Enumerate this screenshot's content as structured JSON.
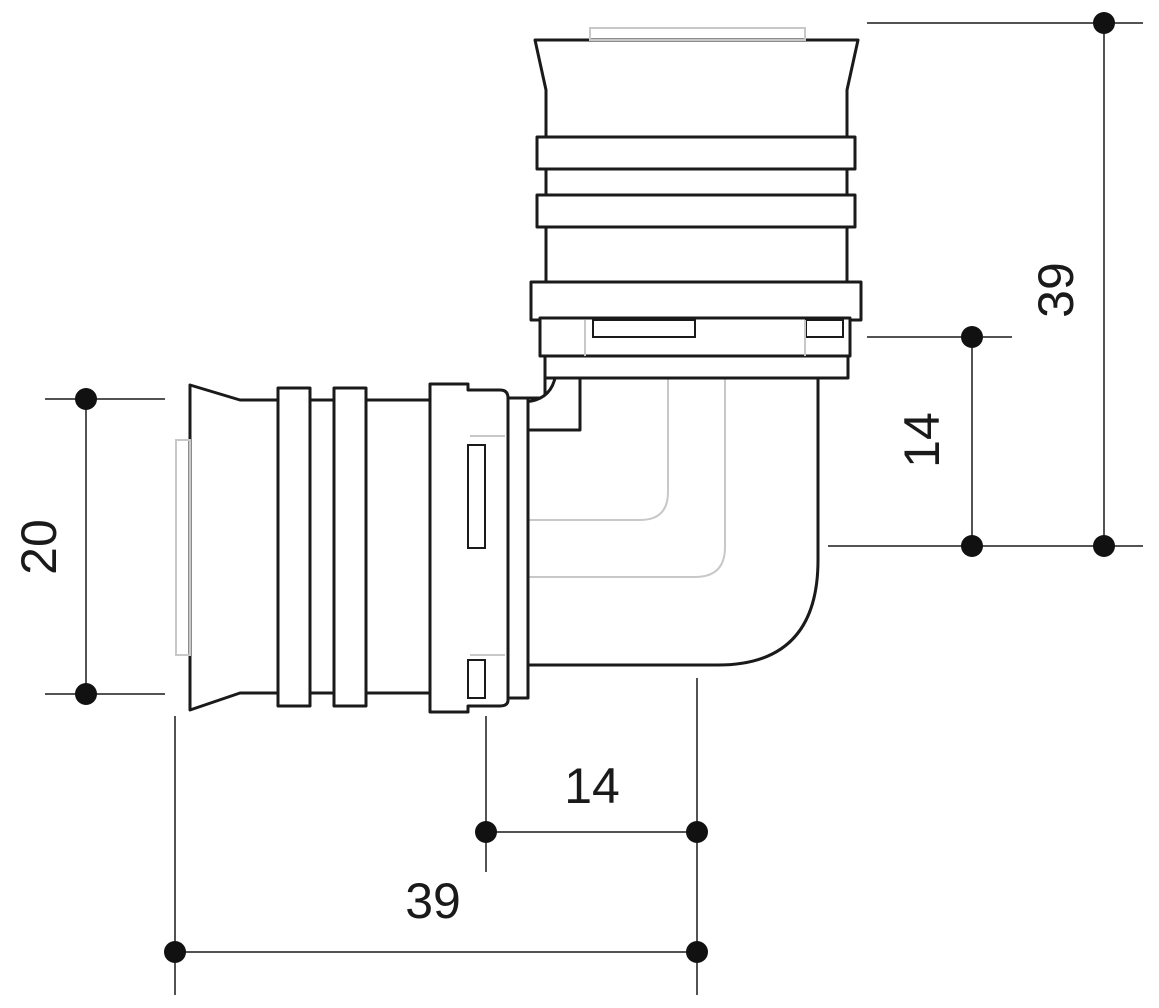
{
  "figure": {
    "dimensions": {
      "diameter": "20",
      "vertical_total": "39",
      "vertical_offset": "14",
      "horizontal_total": "39",
      "horizontal_offset": "14"
    },
    "colors": {
      "line": "#1a1a1a",
      "hidden_line": "#c8c8c8",
      "background": "#ffffff"
    }
  }
}
